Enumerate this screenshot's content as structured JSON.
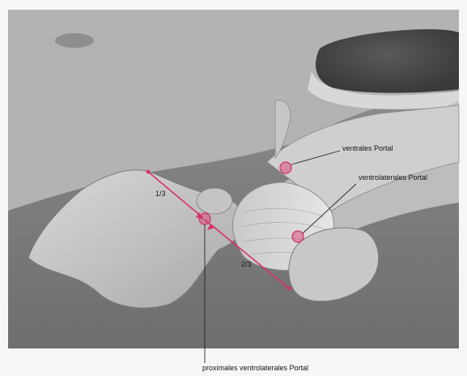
{
  "labels": {
    "ventral_portal": "ventrales Portal",
    "ventrolateral_portal": "ventrolaterales Portal",
    "proximal_ventrolateral_portal": "proximales ventrolaterales Portal",
    "fraction_upper": "1/3",
    "fraction_lower": "2/3"
  },
  "colors": {
    "accent": "#d6336c",
    "leader_line": "#222222",
    "background": "#f4f4f2"
  }
}
